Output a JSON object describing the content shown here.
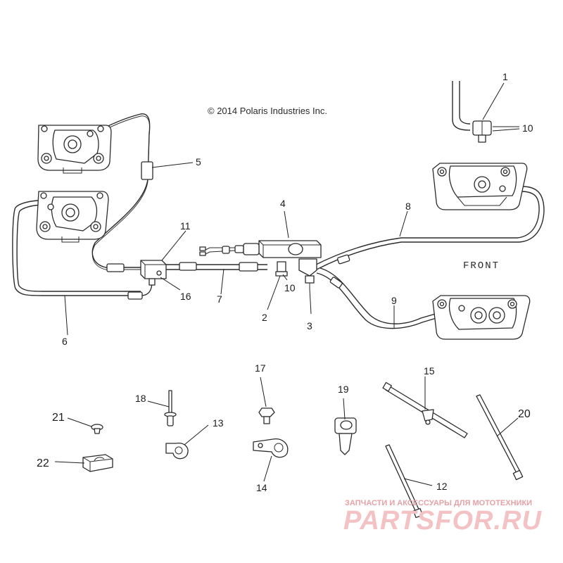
{
  "copyright": "© 2014 Polaris Industries Inc.",
  "front_label": "FRONT",
  "callouts": {
    "c1": "1",
    "c2": "2",
    "c3": "3",
    "c4": "4",
    "c5": "5",
    "c6": "6",
    "c7": "7",
    "c8": "8",
    "c9": "9",
    "c10a": "10",
    "c10b": "10",
    "c11": "11",
    "c12": "12",
    "c13": "13",
    "c14": "14",
    "c15": "15",
    "c16": "16",
    "c17": "17",
    "c18": "18",
    "c19": "19",
    "c20": "20",
    "c21": "21",
    "c22": "22"
  },
  "watermark": {
    "tagline": "ЗАПЧАСТИ И АКСЕССУАРЫ ДЛЯ МОТОТЕХНИКИ",
    "brand": "PARTSFOR.RU"
  },
  "colors": {
    "line": "#2b2b2b",
    "watermark": "#f2c2c5",
    "background": "#ffffff"
  }
}
